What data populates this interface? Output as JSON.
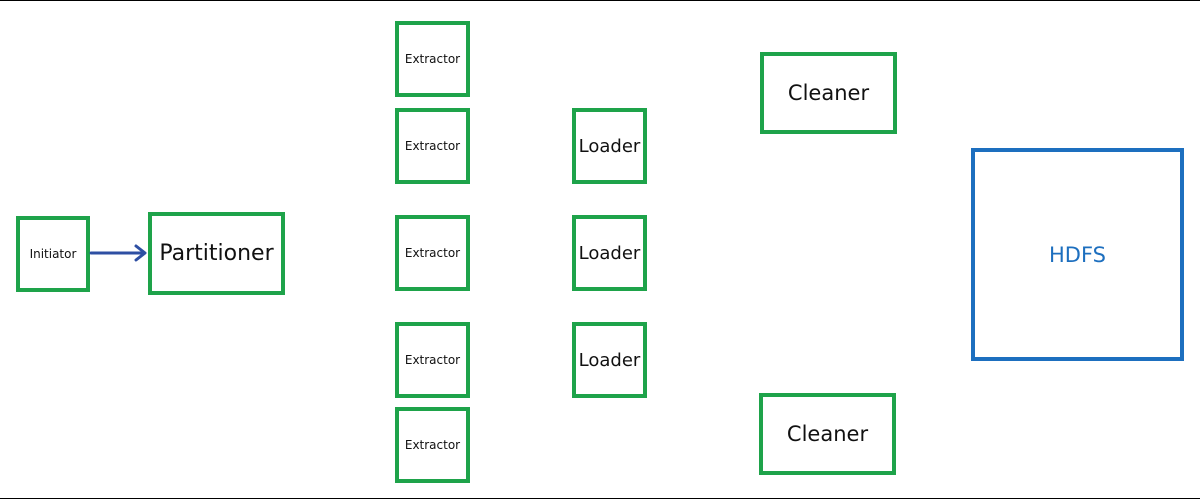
{
  "diagram": {
    "colors": {
      "node_border": "#1ea34a",
      "storage_border": "#1d6fbf",
      "arrow": "#2e4fa3"
    },
    "nodes": {
      "initiator": "Initiator",
      "partitioner": "Partitioner",
      "extractors": [
        "Extractor",
        "Extractor",
        "Extractor",
        "Extractor",
        "Extractor"
      ],
      "loaders": [
        "Loader",
        "Loader",
        "Loader"
      ],
      "cleaners": [
        "Cleaner",
        "Cleaner"
      ],
      "storage": "HDFS"
    },
    "edges": [
      {
        "from": "Initiator",
        "to": "Partitioner"
      }
    ]
  }
}
